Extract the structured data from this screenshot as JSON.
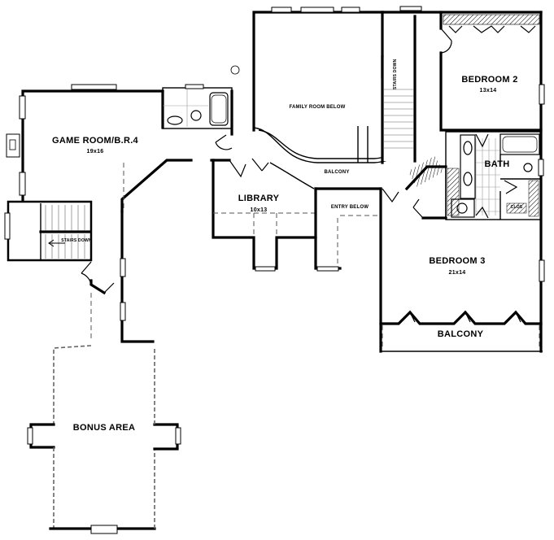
{
  "plan": {
    "background": "#ffffff",
    "wall_color": "#000000",
    "rooms": {
      "game_room": {
        "name": "GAME ROOM/B.R.4",
        "dims": "19x16"
      },
      "bedroom2": {
        "name": "BEDROOM 2",
        "dims": "13x14"
      },
      "bedroom3": {
        "name": "BEDROOM 3",
        "dims": "21x14"
      },
      "library": {
        "name": "LIBRARY",
        "dims": "10x13"
      },
      "bath": {
        "name": "BATH"
      },
      "family_room_below": {
        "name": "FAMILY ROOM BELOW"
      },
      "entry_below": {
        "name": "ENTRY BELOW"
      },
      "balcony_inner": {
        "name": "BALCONY"
      },
      "balcony_outer": {
        "name": "BALCONY"
      },
      "bonus_area": {
        "name": "BONUS AREA"
      }
    },
    "annotations": {
      "stairs_down_left": "STAIRS DOWN",
      "stairs_down_center": "STAIRS DOWN",
      "closet_bath": "CLOS"
    }
  }
}
